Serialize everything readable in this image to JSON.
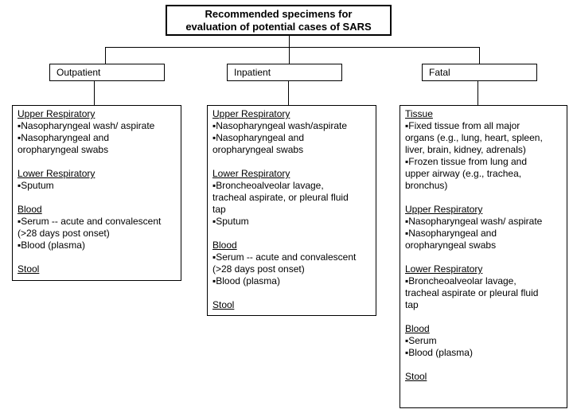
{
  "colors": {
    "background": "#ffffff",
    "border": "#000000",
    "text": "#000000"
  },
  "glyphs": {
    "bullet": "▪"
  },
  "title": {
    "text": "Recommended specimens for\nevaluation of potential cases of SARS"
  },
  "branches": [
    {
      "label": "Outpatient",
      "sections": [
        {
          "heading": "Upper Respiratory",
          "items": [
            "▪Nasopharyngeal wash/ aspirate",
            "▪Nasopharyngeal and\noropharyngeal swabs"
          ]
        },
        {
          "heading": "Lower Respiratory",
          "items": [
            "▪Sputum"
          ]
        },
        {
          "heading": "Blood",
          "items": [
            "▪Serum -- acute and convalescent\n(>28 days post onset)",
            "▪Blood (plasma)"
          ]
        },
        {
          "heading": "Stool",
          "items": []
        }
      ]
    },
    {
      "label": "Inpatient",
      "sections": [
        {
          "heading": "Upper Respiratory",
          "items": [
            "▪Nasopharyngeal wash/aspirate",
            "▪Nasopharyngeal and\noropharyngeal swabs"
          ]
        },
        {
          "heading": "Lower Respiratory",
          "items": [
            "▪Broncheoalveolar lavage,\ntracheal aspirate, or pleural fluid\ntap",
            "▪Sputum"
          ]
        },
        {
          "heading": "Blood",
          "items": [
            "▪Serum -- acute and convalescent\n(>28 days post onset)",
            "▪Blood (plasma)"
          ]
        },
        {
          "heading": "Stool",
          "items": []
        }
      ]
    },
    {
      "label": "Fatal",
      "sections": [
        {
          "heading": "Tissue",
          "items": [
            "▪Fixed tissue from all major\norgans (e.g., lung, heart, spleen,\nliver, brain, kidney, adrenals)",
            "▪Frozen tissue from lung and\nupper airway (e.g., trachea,\nbronchus)"
          ]
        },
        {
          "heading": "Upper Respiratory",
          "items": [
            "▪Nasopharyngeal wash/ aspirate",
            "▪Nasopharyngeal and\noropharyngeal swabs"
          ]
        },
        {
          "heading": "Lower Respiratory",
          "items": [
            "▪Broncheoalveolar lavage,\ntracheal aspirate or pleural fluid\ntap"
          ]
        },
        {
          "heading": "Blood",
          "items": [
            "▪Serum",
            "▪Blood (plasma)"
          ]
        },
        {
          "heading": "Stool",
          "items": []
        }
      ]
    }
  ]
}
